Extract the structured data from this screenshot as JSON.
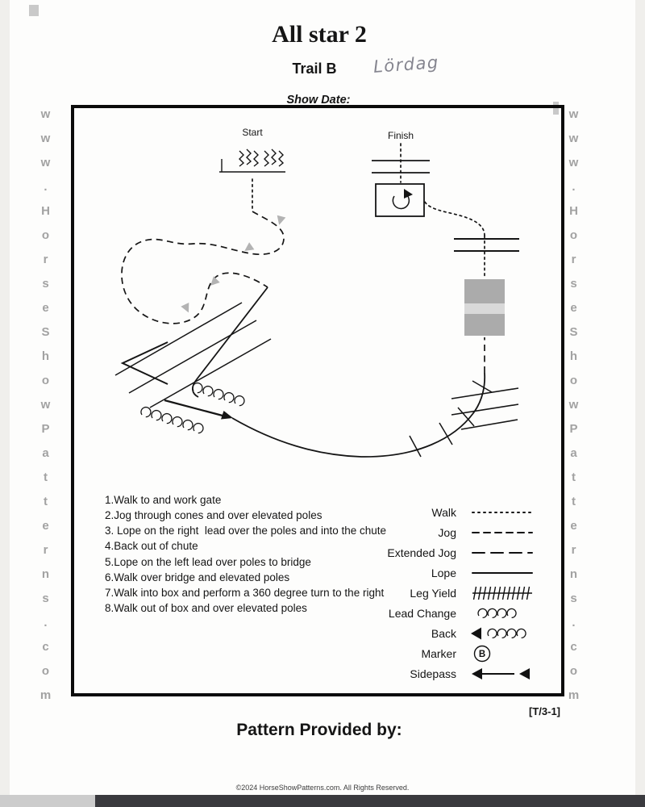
{
  "page": {
    "title": "All star 2",
    "subtitle": "Trail B",
    "handwritten_note": "Lördag",
    "show_date_label": "Show Date:",
    "side_text": "www.HorseShowPatterns.com",
    "corner_tag": "[T/3-1]",
    "pattern_provided_label": "Pattern Provided by:",
    "copyright": "©2024 HorseShowPatterns.com. All Rights Reserved."
  },
  "diagram": {
    "start_label": "Start",
    "finish_label": "Finish"
  },
  "instructions": [
    "Walk to and work gate",
    "Jog through cones and over elevated poles",
    " Lope on the right  lead over the poles and into the chute",
    "Back out of chute",
    "Lope on the left lead over poles to bridge",
    "Walk over bridge and elevated poles",
    "Walk into box and perform a 360 degree turn to the right",
    "Walk out of box and over elevated poles"
  ],
  "legend": [
    {
      "label": "Walk",
      "symbol": "dotted"
    },
    {
      "label": "Jog",
      "symbol": "dashed"
    },
    {
      "label": "Extended Jog",
      "symbol": "long-dash"
    },
    {
      "label": "Lope",
      "symbol": "solid"
    },
    {
      "label": "Leg Yield",
      "symbol": "hatched"
    },
    {
      "label": "Lead Change",
      "symbol": "coils"
    },
    {
      "label": "Back",
      "symbol": "back-arrow"
    },
    {
      "label": "Marker",
      "symbol": "circled-letter",
      "letter": "B"
    },
    {
      "label": "Sidepass",
      "symbol": "sidepass-arrow"
    }
  ],
  "colors": {
    "bridge-gray": "#ababab",
    "bridge-stripe": "#d9d9d9",
    "watermark-gray": "#a2a2a2",
    "arrow-gray": "#b3b3b3",
    "scan-bar-dark": "#3a3a3e"
  }
}
